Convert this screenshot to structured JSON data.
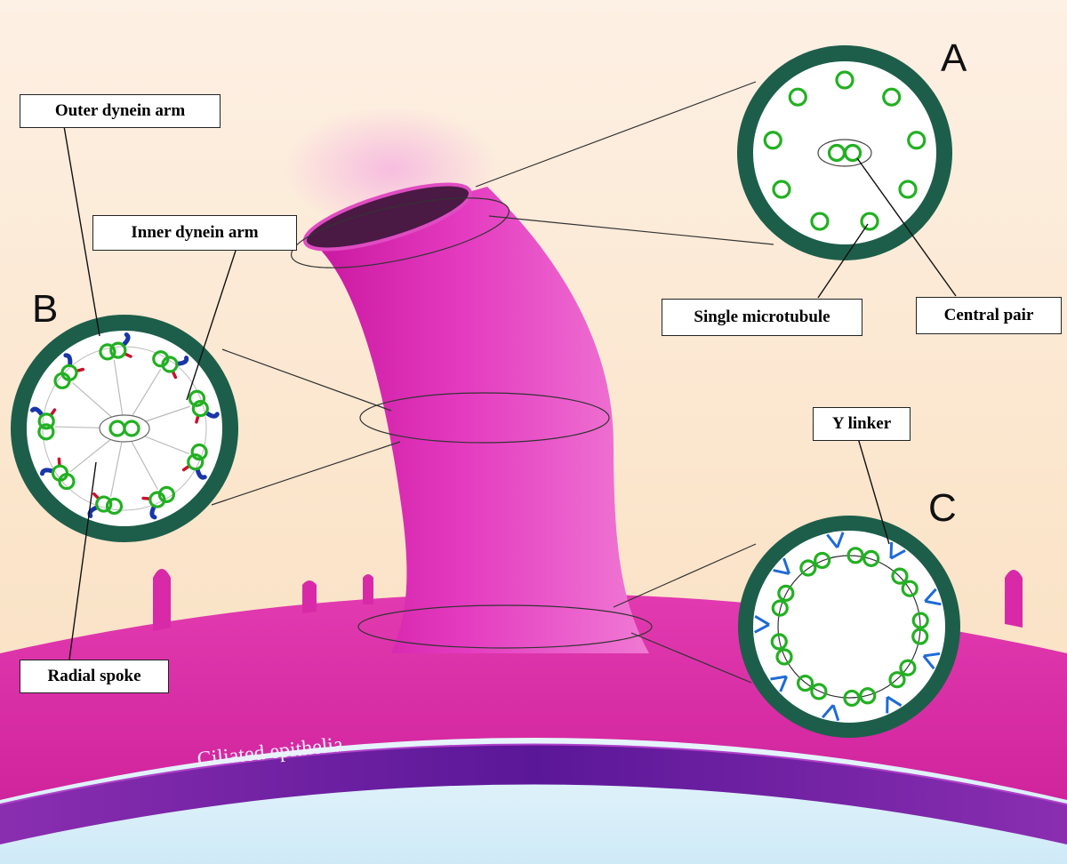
{
  "labels": {
    "outer_dynein_arm": "Outer dynein arm",
    "inner_dynein_arm": "Inner dynein arm",
    "radial_spoke": "Radial spoke",
    "single_microtubule": "Single microtubule",
    "central_pair": "Central pair",
    "y_linker": "Y linker"
  },
  "panels": {
    "a": "A",
    "b": "B",
    "c": "C"
  },
  "epithelia_label": "Ciliated epithelia",
  "colors": {
    "background_top": "#fde9d6",
    "background_bottom": "#fbe6c8",
    "cilium": "#e030b8",
    "epithelium": "#e43aa8",
    "basal_band": "#6a1fa0",
    "lumen": "#d9f1fb",
    "membrane_ring": "#1d5e4a",
    "microtubule": "#22b022",
    "outer_dynein": "#1836a8",
    "inner_dynein": "#c8102e",
    "y_linker": "#1e6ad8"
  }
}
